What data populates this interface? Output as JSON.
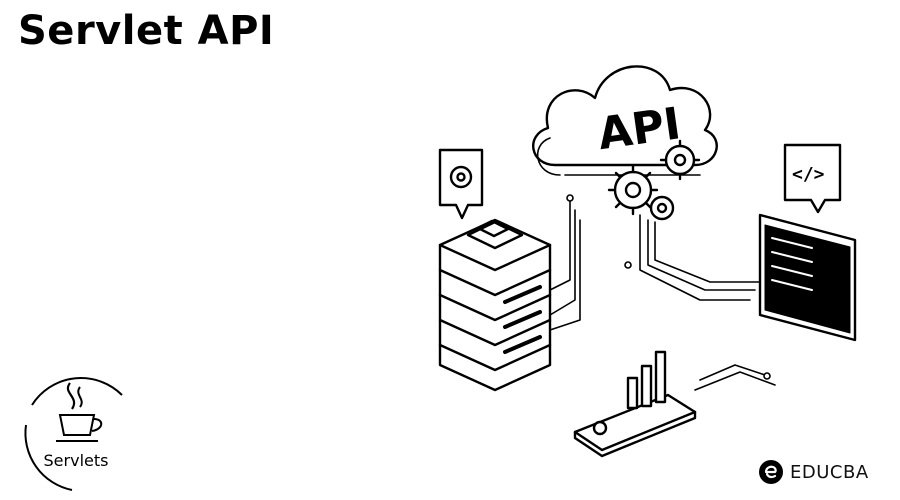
{
  "header": {
    "title": "Servlet API"
  },
  "illustration": {
    "cloud_label": "API",
    "code_badge_label": "</>",
    "icons": [
      "cloud-icon",
      "gear-icon",
      "server-rack-icon",
      "calculator-icon",
      "code-bubble-icon",
      "tablet-icon",
      "bar-chart-icon"
    ]
  },
  "badge": {
    "label": "Servlets",
    "icon": "java-cup-icon"
  },
  "brand": {
    "name": "EDUCBA",
    "icon": "educba-logo-icon"
  },
  "colors": {
    "ink": "#000000",
    "paper": "#ffffff"
  }
}
